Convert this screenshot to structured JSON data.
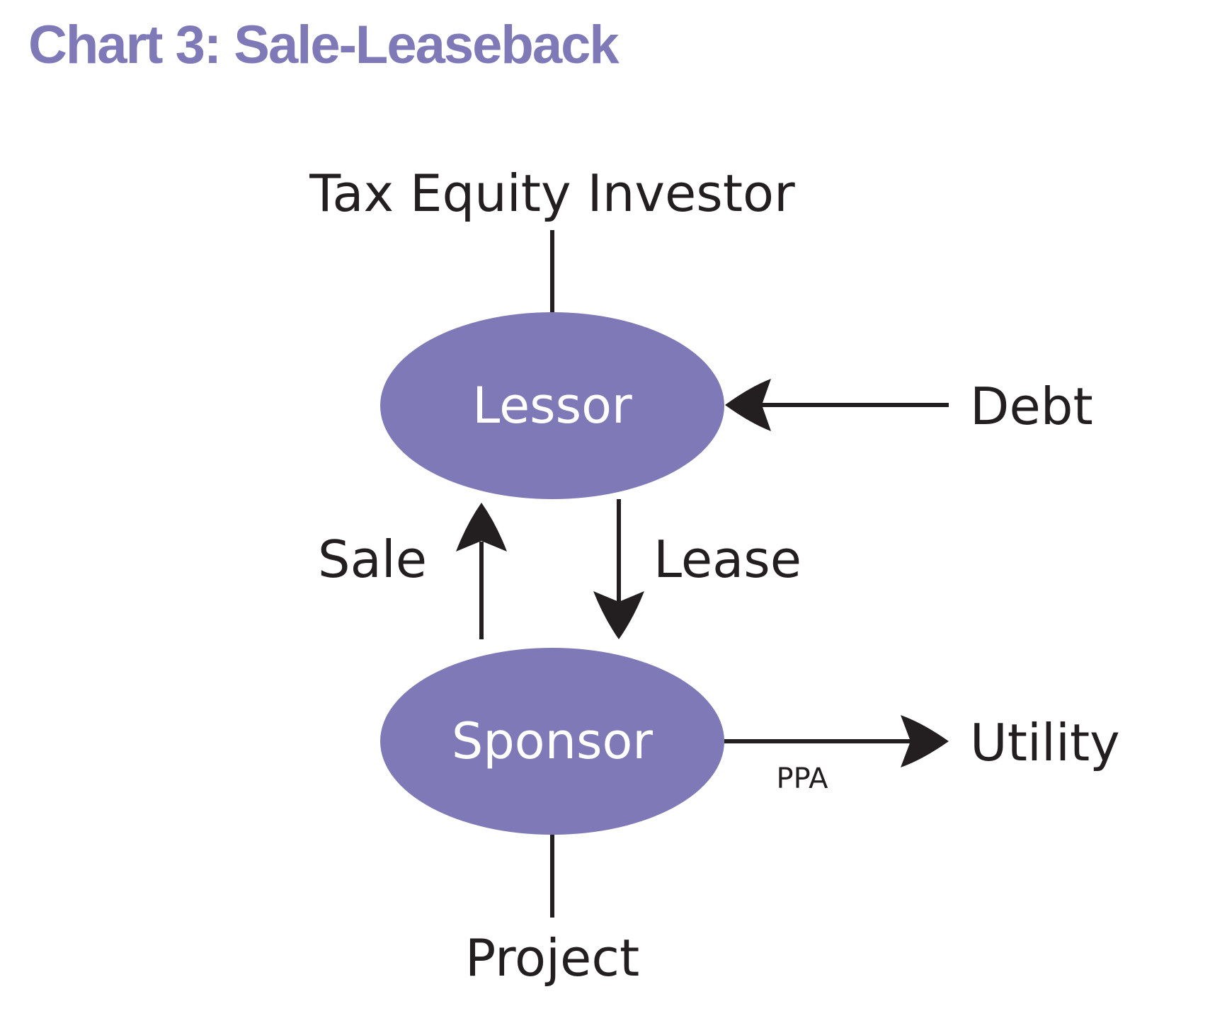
{
  "title": "Chart 3: Sale-Leaseback",
  "colors": {
    "accent": "#7f79b7",
    "node_fill": "#7f79b7",
    "line": "#231f20",
    "text": "#231f20"
  },
  "nodes": {
    "lessor": "Lessor",
    "sponsor": "Sponsor"
  },
  "parties": {
    "tax_equity_investor": "Tax Equity Investor",
    "debt": "Debt",
    "utility": "Utility",
    "project": "Project"
  },
  "flows": {
    "sale": "Sale",
    "lease": "Lease",
    "ppa": "PPA"
  }
}
